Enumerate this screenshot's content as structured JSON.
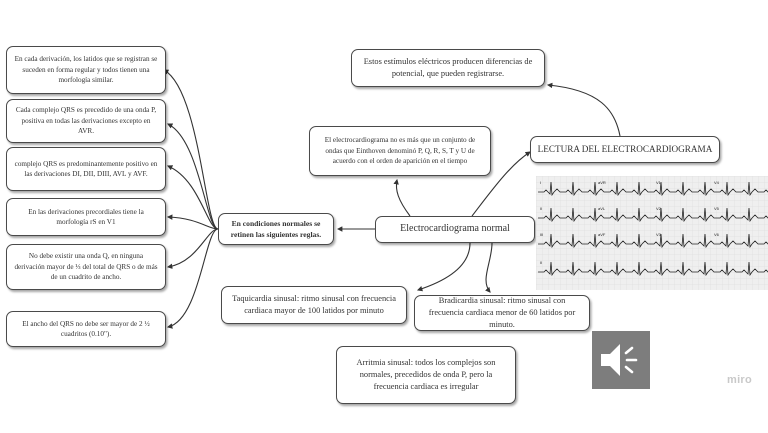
{
  "center": {
    "label": "Electrocardiograma normal"
  },
  "lectura": {
    "label": "LECTURA DEL ELECTROCARDIOGRAMA"
  },
  "estimulos": {
    "text": "Estos estímulos eléctricos producen diferencias de potencial, que pueden registrarse."
  },
  "definicion": {
    "text": "El electrocardiograma no es más que un conjunto de ondas que Einthoven denominó P, Q, R, S, T y U de acuerdo con el orden de aparición en el tiempo"
  },
  "condiciones": {
    "label": "En condiciones normales se retinen las siguientes reglas."
  },
  "reglas": [
    {
      "text": "En cada derivación, los latidos que se registran se suceden en forma regular y todos tienen una morfología similar."
    },
    {
      "text": "Cada complejo QRS es precedido de una onda P, positiva en todas las derivaciones excepto en AVR."
    },
    {
      "text": "complejo QRS es predominantemente positivo en las derivaciones DI, DII, DIII, AVL y AVF."
    },
    {
      "text": "En las derivaciones precordiales tiene la morfología rS en V1"
    },
    {
      "text": "No debe existir una onda Q, en ninguna derivación mayor de ⅓ del total de QRS o de más de un cuadrito de ancho."
    },
    {
      "text": "El ancho del QRS no debe ser mayor de 2 ½ cuadritos (0.10\")."
    }
  ],
  "taquicardia": {
    "text": "Taquicardia sinusal: ritmo sinusal con frecuencia cardiaca mayor de 100 latidos por minuto"
  },
  "bradicardia": {
    "text": "Bradicardia sinusal: ritmo sinusal con frecuencia cardiaca menor de 60 latidos por minuto."
  },
  "arritmia": {
    "text": "Arritmia sinusal: todos los complejos son normales, precedidos de onda P, pero la frecuencia cardiaca es irregular"
  },
  "ecg_leads": [
    "I",
    "aVR",
    "V1",
    "V4",
    "II",
    "aVL",
    "V2",
    "V5",
    "III",
    "aVF",
    "V3",
    "V6",
    "II"
  ],
  "watermark": "miro",
  "icons": {
    "audio": "speaker-icon",
    "ecg": "ecg-strip-image"
  }
}
